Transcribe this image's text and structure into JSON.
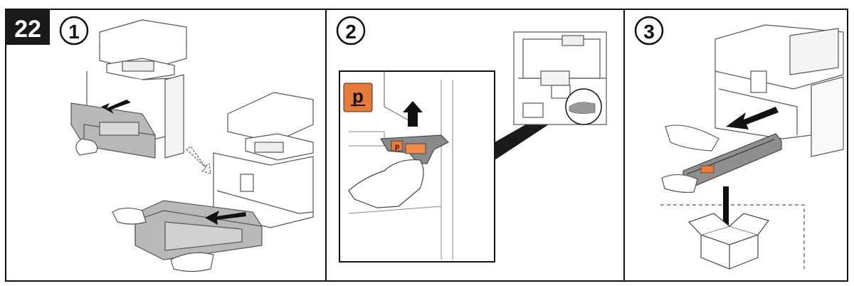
{
  "step_label": "22",
  "panels": [
    {
      "number": "1"
    },
    {
      "number": "2",
      "callout_label": "p",
      "part_label": "p"
    },
    {
      "number": "3"
    }
  ],
  "colors": {
    "frame": "#111111",
    "badge_bg": "#1a1a1a",
    "badge_text": "#ffffff",
    "callout_orange": "#e87b3a",
    "part_gray": "#8a8a8a",
    "line_gray": "#666666"
  },
  "icons": [
    "printer-icon",
    "paper-tray-icon",
    "hand-icon",
    "arrow-icon",
    "zoom-callout",
    "fuser-unit-icon",
    "box-icon"
  ]
}
